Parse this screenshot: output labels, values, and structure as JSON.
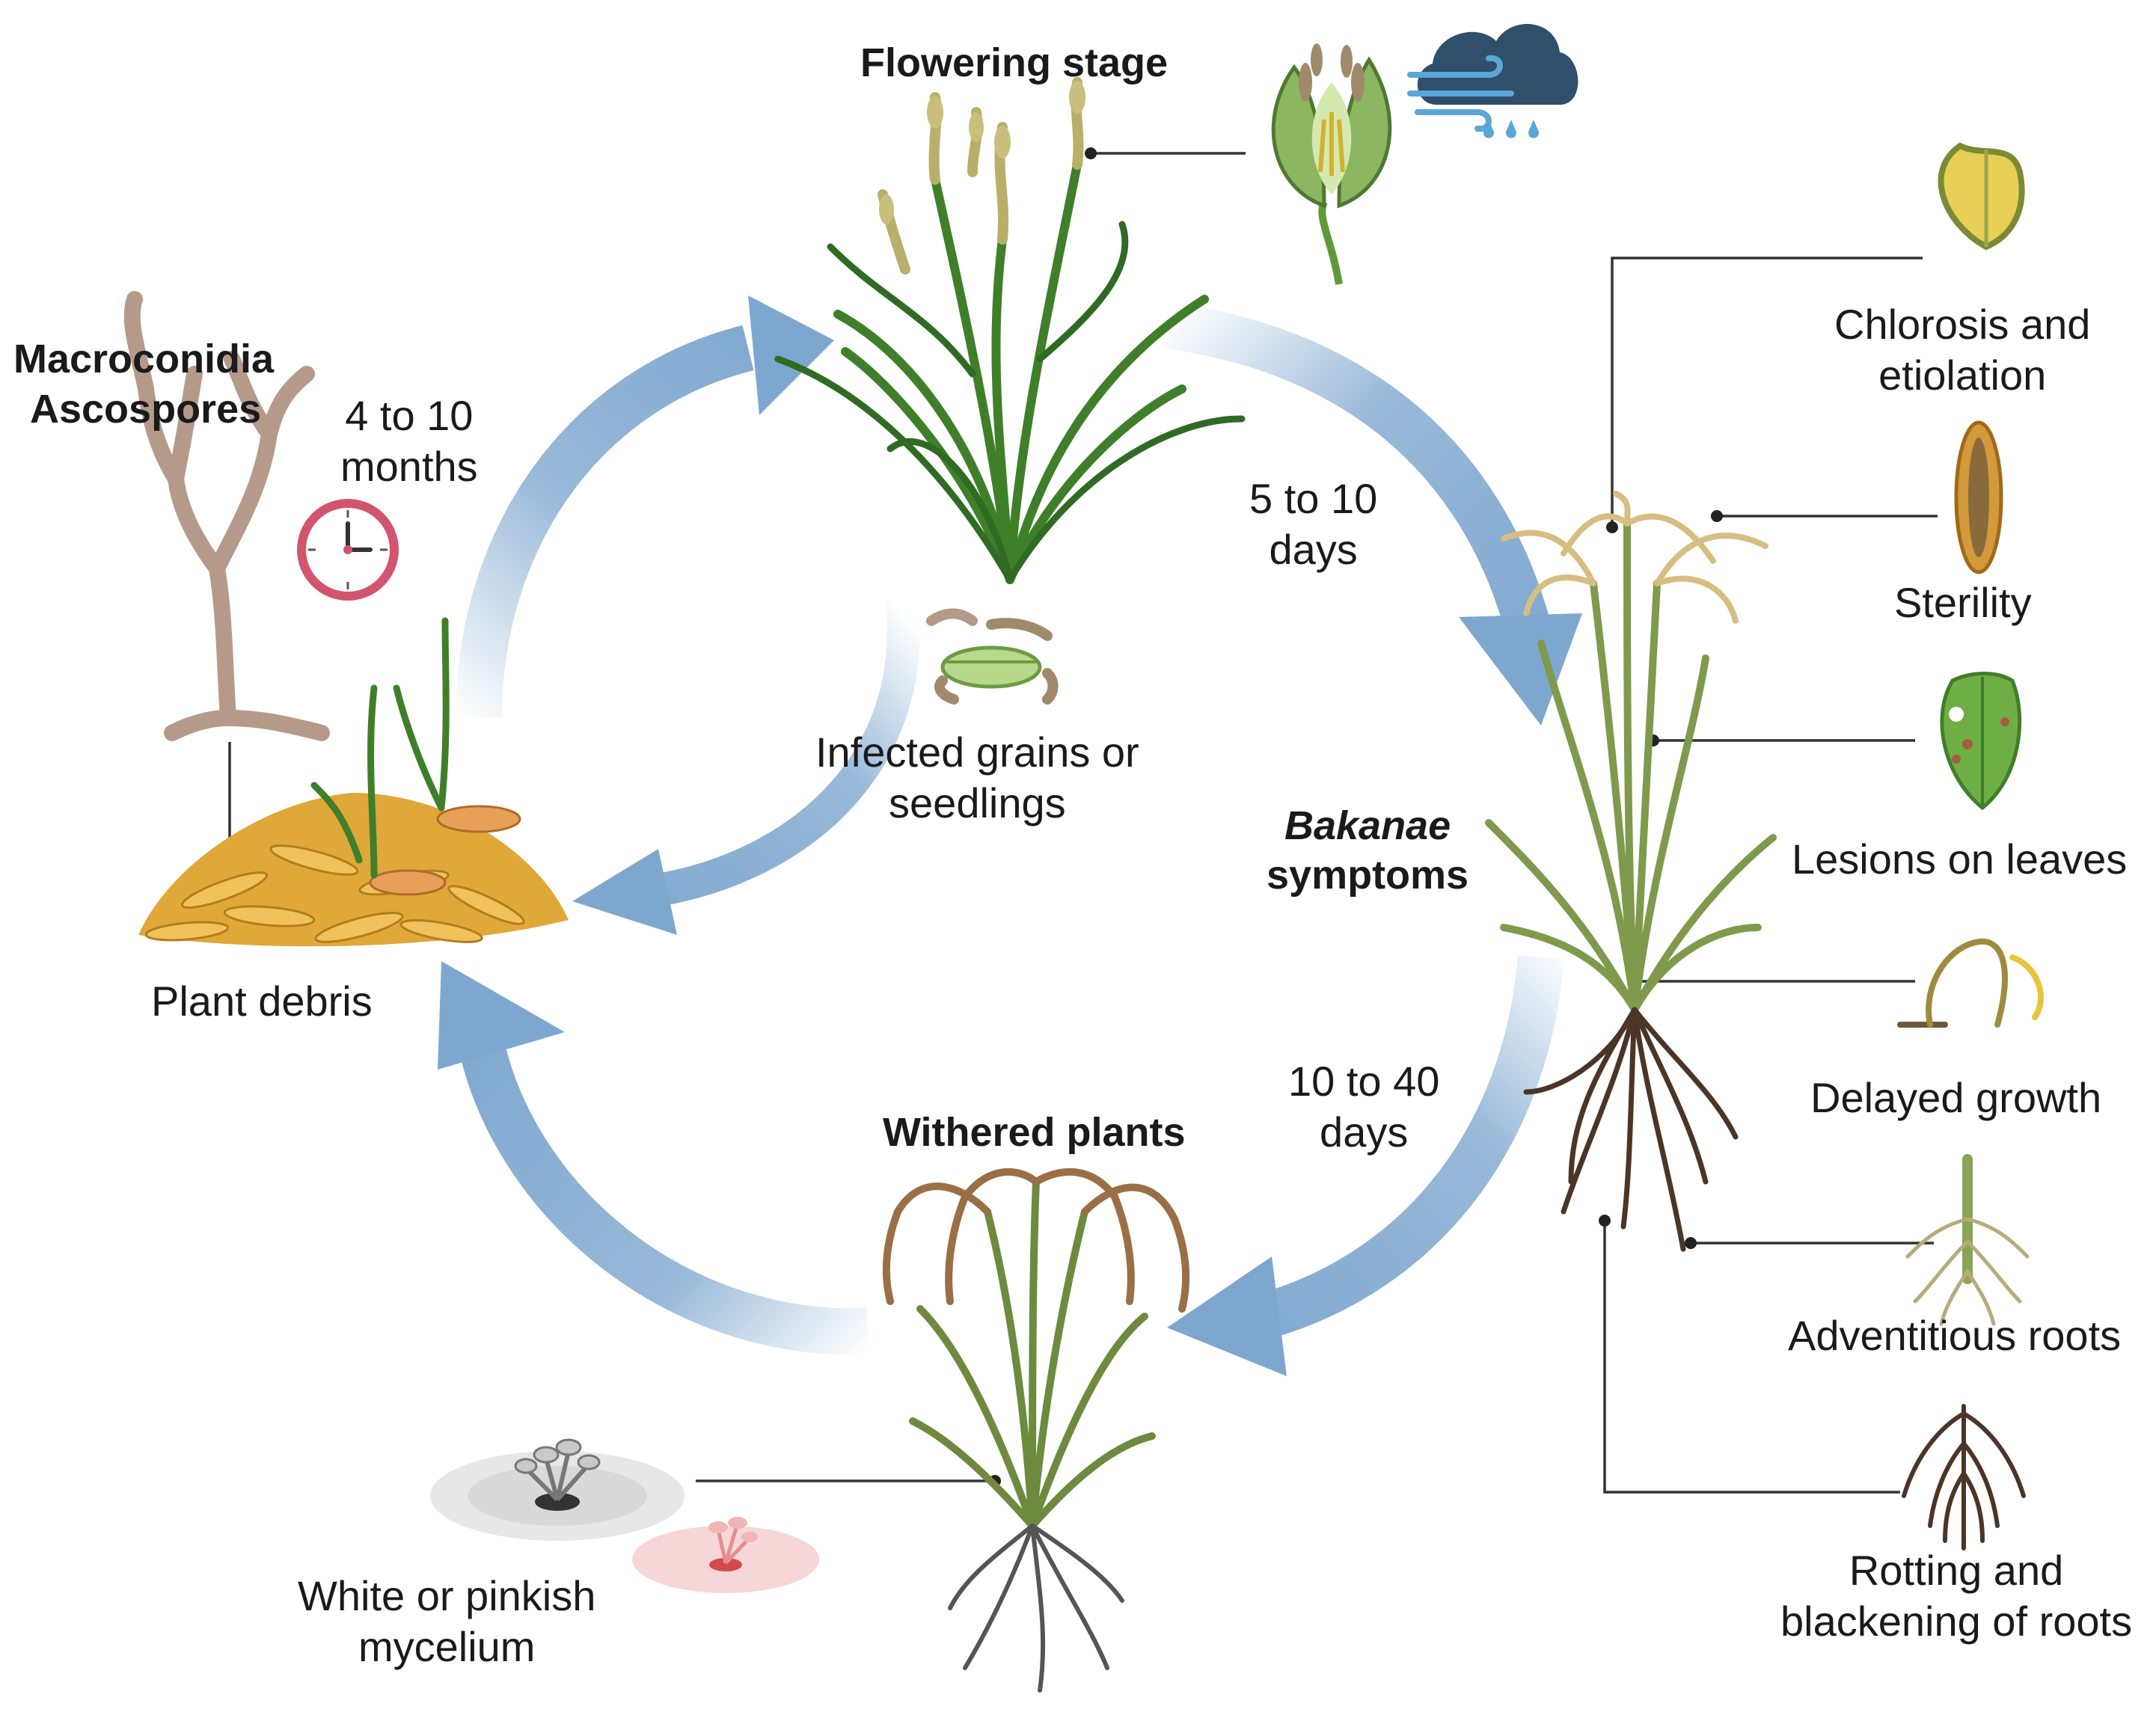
{
  "colors": {
    "arrow": "#7ea7cf",
    "leader": "#333333",
    "plant_green": "#3f7f2a",
    "straw": "#d7b36a",
    "debris": "#e0a838",
    "root_brown": "#4b3526",
    "wither_brown": "#9a6f46",
    "clock_ring": "#d2556e",
    "cloud": "#2f4f6b"
  },
  "icons": [
    "flowering-rice-plant-icon",
    "flower-cross-section-icon",
    "storm-cloud-icon",
    "bakanae-rice-plant-icon",
    "withered-rice-plant-icon",
    "plant-debris-icon",
    "fungal-spores-icon",
    "clock-icon",
    "infected-grains-icon",
    "mycelium-icon",
    "yellow-leaf-icon",
    "grain-icon",
    "lesion-leaf-icon",
    "stunted-seedling-icon",
    "adventitious-roots-icon",
    "rotting-roots-icon"
  ],
  "labels": {
    "flowering_stage": "Flowering stage",
    "macroconidia": "Macroconidia",
    "ascospores": "Ascospores",
    "months_line1": "4 to 10",
    "months_line2": "months",
    "days_5_10_line1": "5 to 10",
    "days_5_10_line2": "days",
    "infected_line1": "Infected grains or",
    "infected_line2": "seedlings",
    "plant_debris": "Plant debris",
    "bakanae_line1": "Bakanae",
    "bakanae_line2": "symptoms",
    "days_10_40_line1": "10 to 40",
    "days_10_40_line2": "days",
    "withered_plants": "Withered plants",
    "mycelium_line1": "White or pinkish",
    "mycelium_line2": "mycelium"
  },
  "symptoms": {
    "chlorosis_line1": "Chlorosis and",
    "chlorosis_line2": "etiolation",
    "sterility": "Sterility",
    "lesions": "Lesions on leaves",
    "delayed": "Delayed growth",
    "adventitious": "Adventitious roots",
    "rotting_line1": "Rotting and",
    "rotting_line2": "blackening of roots"
  }
}
